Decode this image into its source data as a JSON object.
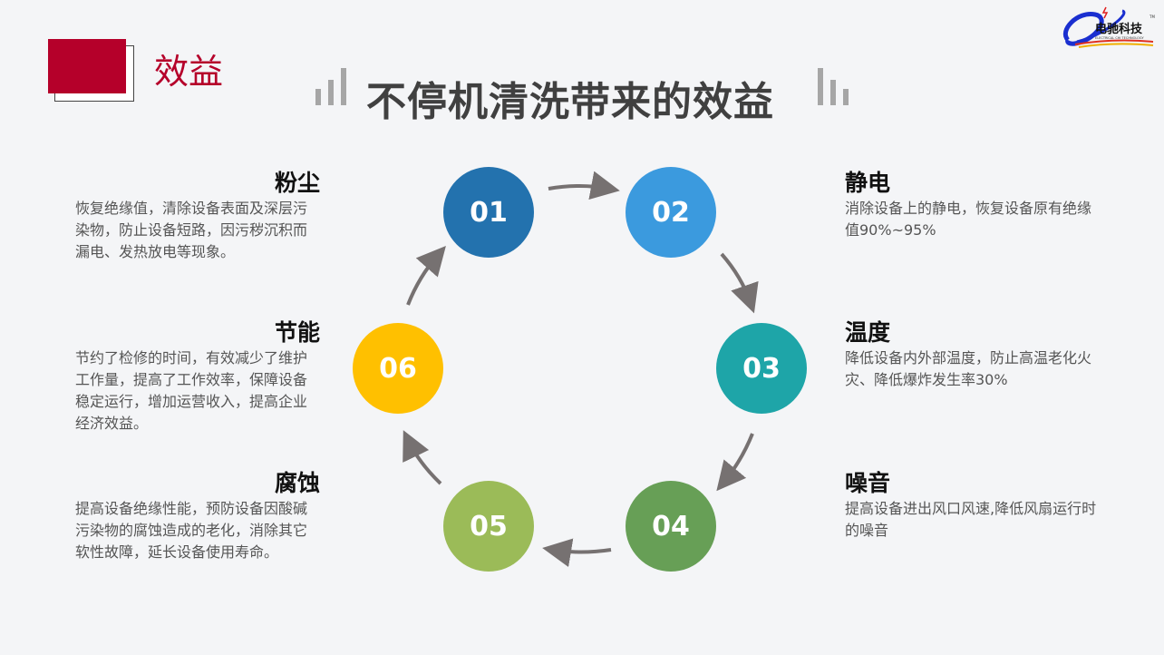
{
  "logo": {
    "text": "电驰科技",
    "subtext": "ELECTRICAL CHI TECHNOLOGY",
    "tm": "TM"
  },
  "section_title": "效益",
  "main_title": "不停机清洗带来的效益",
  "colors": {
    "accent": "#b5002a",
    "c01": "#2372ae",
    "c02": "#3b9ade",
    "c03": "#1ea5a8",
    "c04": "#679f56",
    "c05": "#9bbb58",
    "c06": "#ffc000",
    "arrow": "#767171"
  },
  "steps": [
    {
      "num": "01",
      "title": "粉尘",
      "body": "恢复绝缘值，清除设备表面及深层污染物，防止设备短路，因污秽沉积而漏电、发热放电等现象。"
    },
    {
      "num": "02",
      "title": "静电",
      "body": "消除设备上的静电，恢复设备原有绝缘值90%~95%"
    },
    {
      "num": "03",
      "title": "温度",
      "body": "降低设备内外部温度，防止高温老化火灾、降低爆炸发生率30%"
    },
    {
      "num": "04",
      "title": "噪音",
      "body": "提高设备进出风口风速,降低风扇运行时的噪音"
    },
    {
      "num": "05",
      "title": "腐蚀",
      "body": "提高设备绝缘性能，预防设备因酸碱污染物的腐蚀造成的老化，消除其它软性故障，延长设备使用寿命。"
    },
    {
      "num": "06",
      "title": "节能",
      "body": "节约了检修的时间，有效减少了维护工作量，提高了工作效率，保障设备稳定运行，增加运营收入，提高企业经济效益。"
    }
  ]
}
